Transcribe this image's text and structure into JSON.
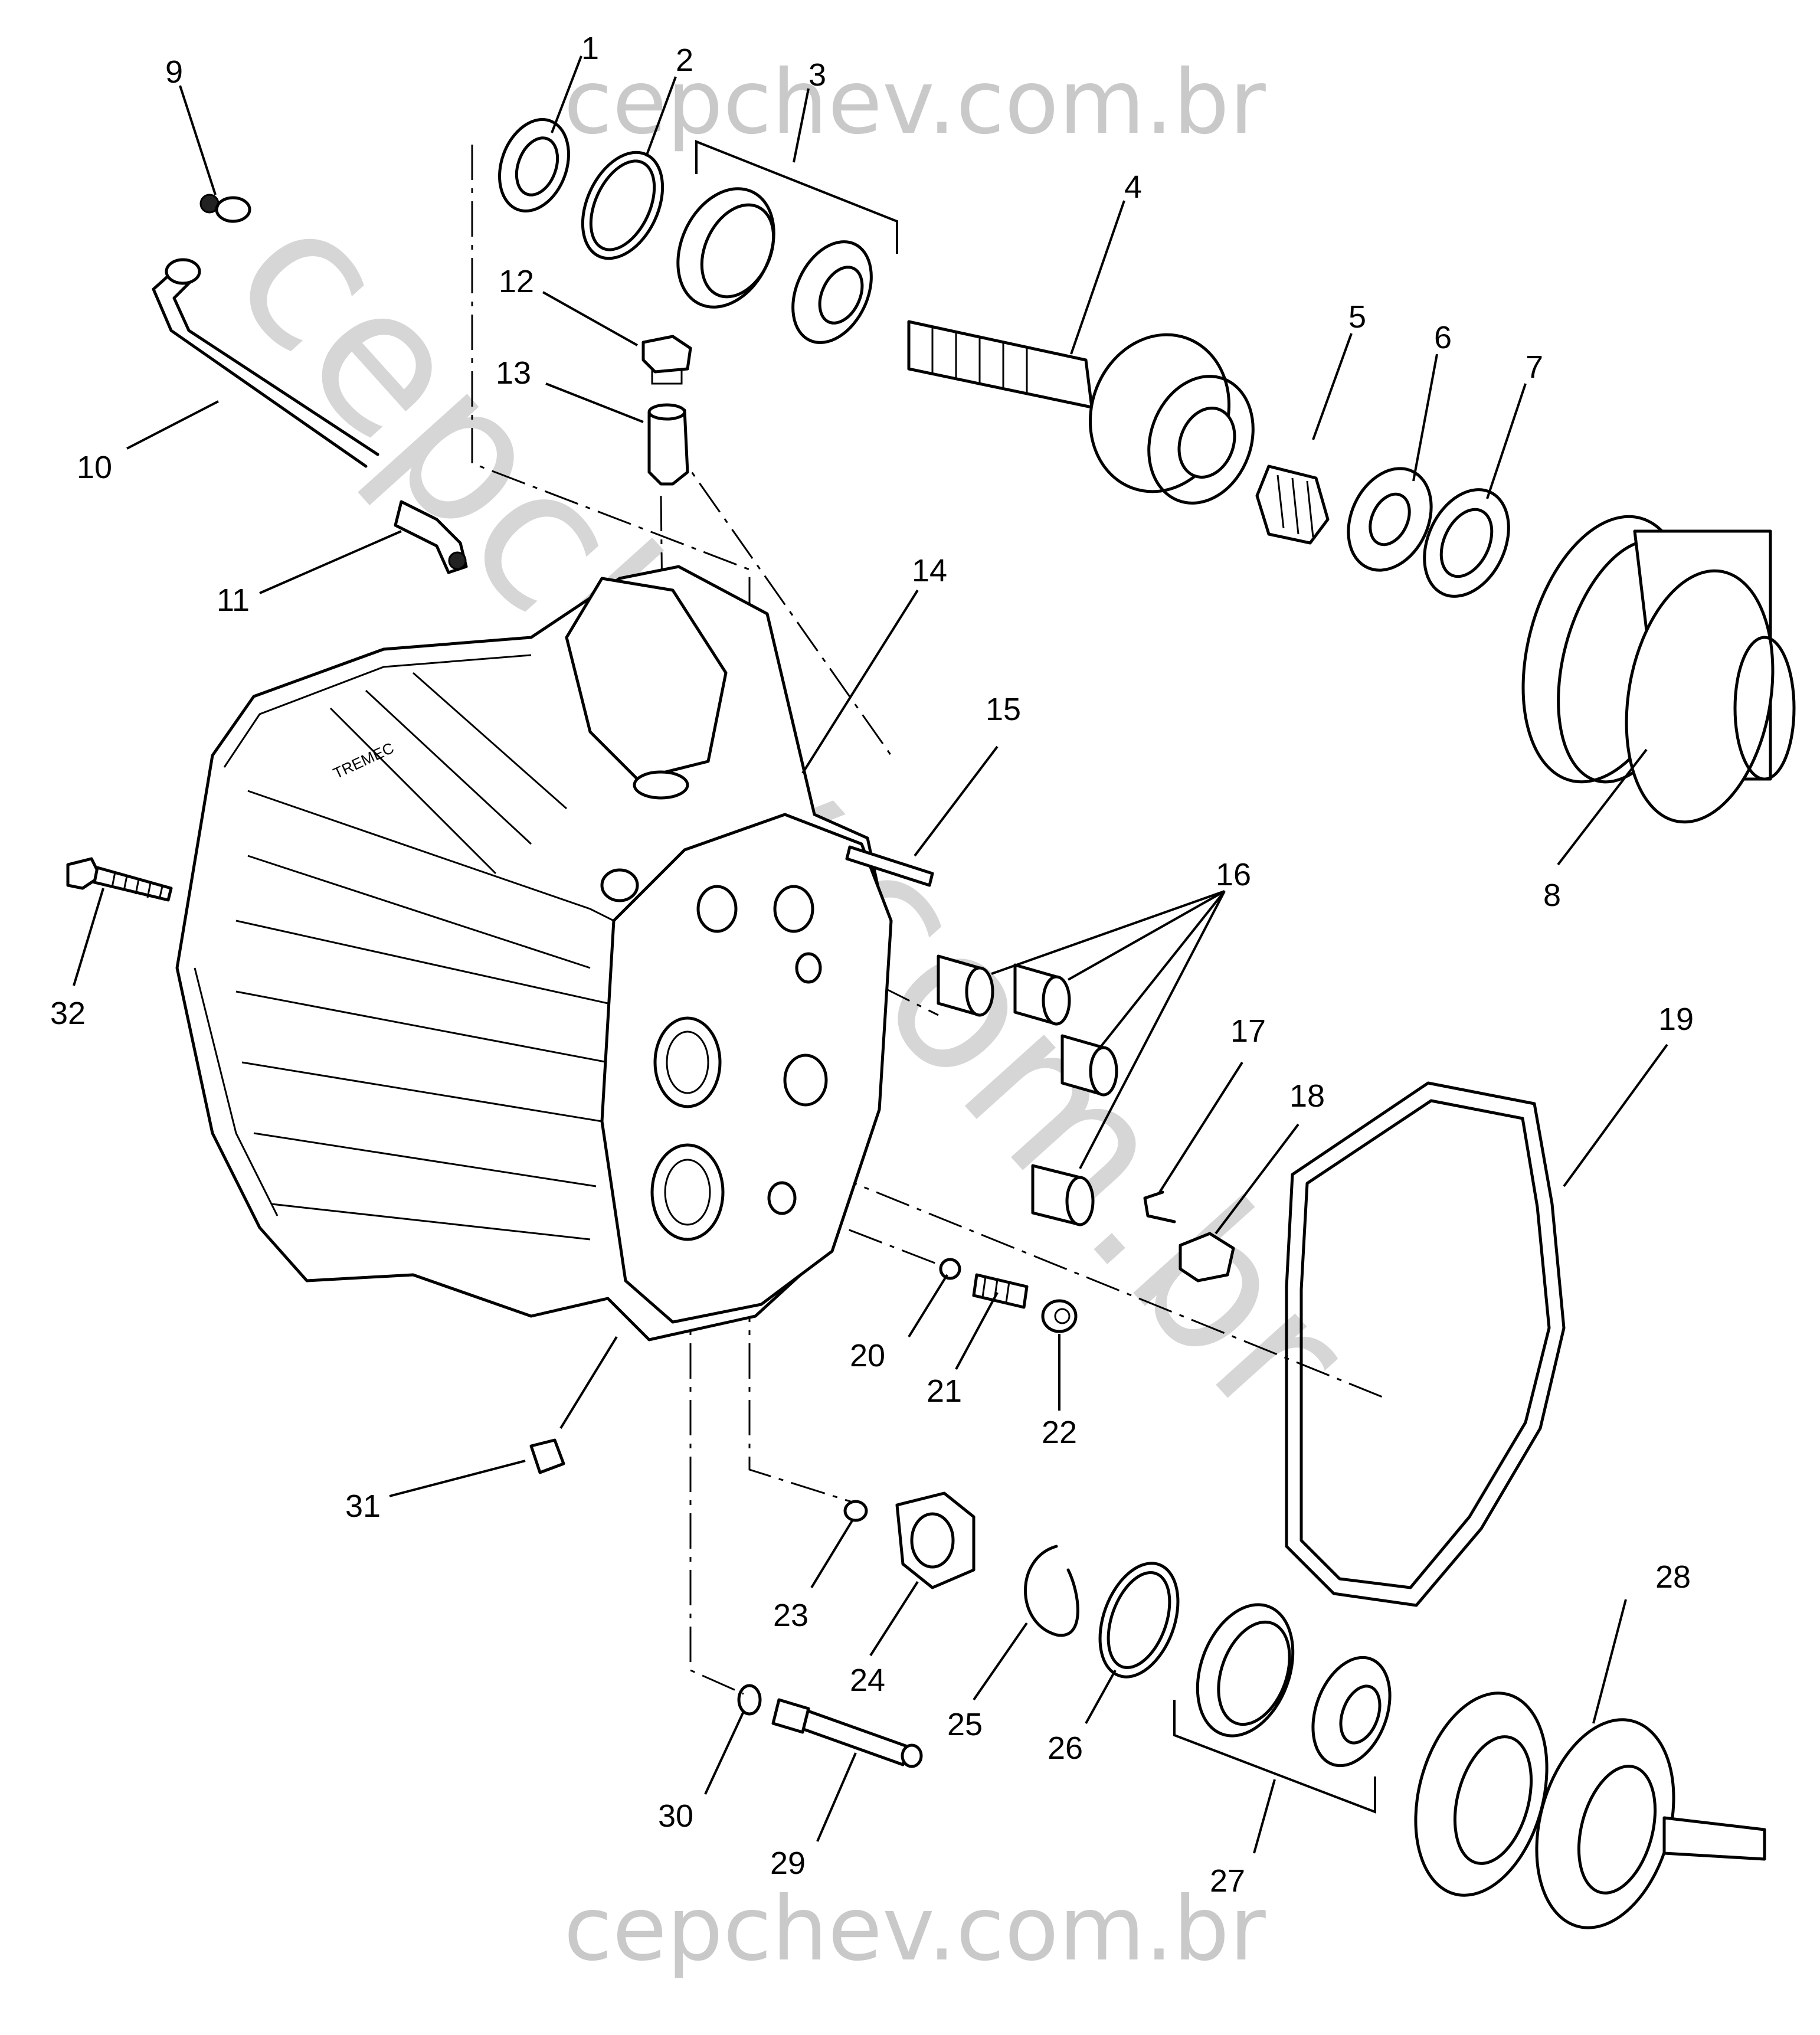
{
  "watermark": {
    "top": "cepchev.com.br",
    "bottom": "cepchev.com.br",
    "diagonal": "cepchev.com.br"
  },
  "callouts": [
    "1",
    "2",
    "3",
    "4",
    "5",
    "6",
    "7",
    "8",
    "9",
    "10",
    "11",
    "12",
    "13",
    "14",
    "15",
    "16",
    "17",
    "18",
    "19",
    "20",
    "21",
    "22",
    "23",
    "24",
    "25",
    "26",
    "27",
    "28",
    "29",
    "30",
    "31",
    "32"
  ],
  "colors": {
    "line": "#000000",
    "watermark": "#c9c9c9",
    "background": "#ffffff"
  }
}
